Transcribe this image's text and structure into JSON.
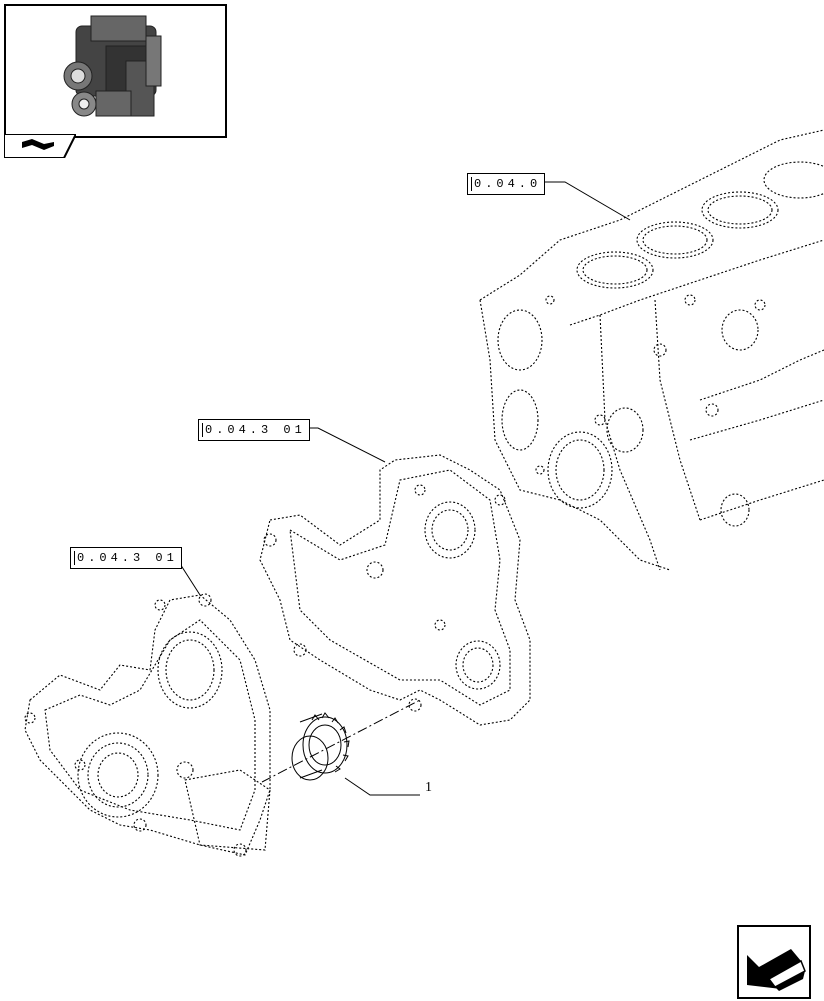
{
  "thumbnail": {
    "icon": "engine-thumbnail-icon",
    "tab_icon": "book-icon"
  },
  "references": [
    {
      "id": "ref-block",
      "text": "0.04.0"
    },
    {
      "id": "ref-cover-rear",
      "text": "0.04.3 01"
    },
    {
      "id": "ref-cover-front",
      "text": "0.04.3 01"
    }
  ],
  "items": [
    {
      "id": "item-1",
      "text": "1"
    }
  ],
  "navigation": {
    "icon": "next-page-arrow-icon"
  }
}
